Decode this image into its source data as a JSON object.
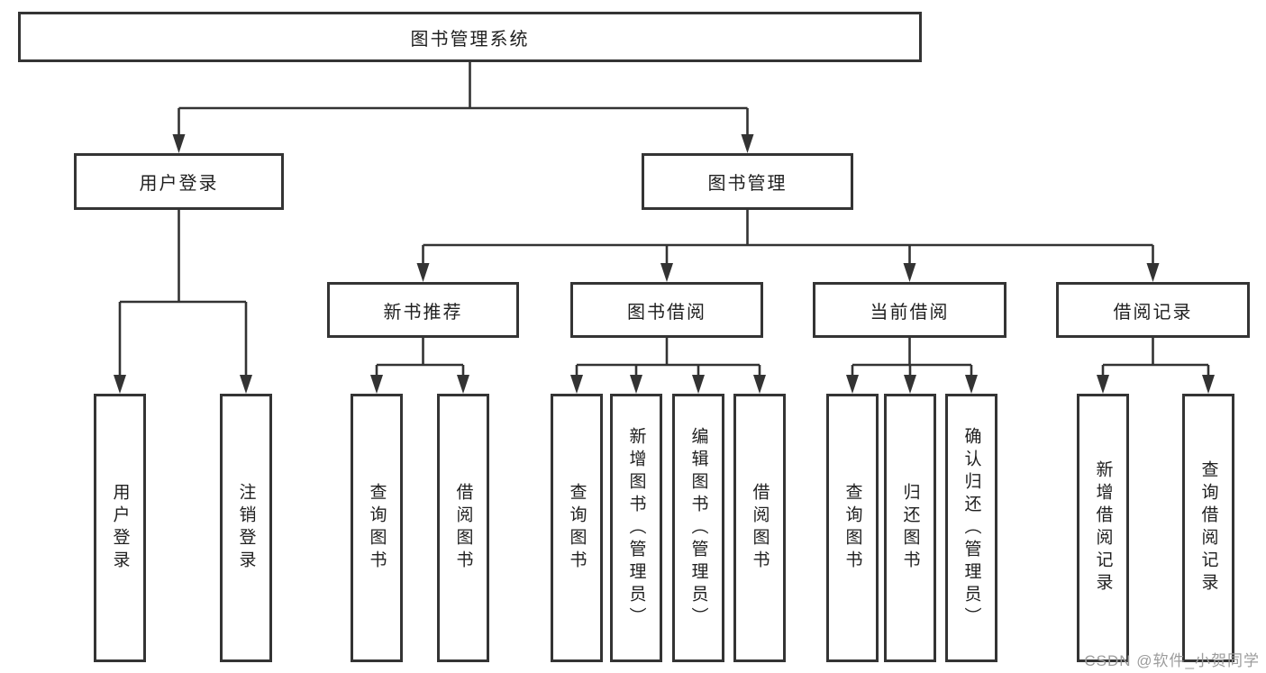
{
  "diagram": {
    "root": {
      "label": "图书管理系统"
    },
    "level2": [
      {
        "label": "用户登录"
      },
      {
        "label": "图书管理"
      }
    ],
    "level3": [
      {
        "label": "新书推荐"
      },
      {
        "label": "图书借阅"
      },
      {
        "label": "当前借阅"
      },
      {
        "label": "借阅记录"
      }
    ],
    "leaves": [
      {
        "label": "用户登录"
      },
      {
        "label": "注销登录"
      },
      {
        "label": "查询图书"
      },
      {
        "label": "借阅图书"
      },
      {
        "label": "查询图书"
      },
      {
        "label": "新增图书（管理员）"
      },
      {
        "label": "编辑图书（管理员）"
      },
      {
        "label": "借阅图书"
      },
      {
        "label": "查询图书"
      },
      {
        "label": "归还图书"
      },
      {
        "label": "确认归还（管理员）"
      },
      {
        "label": "新增借阅记录"
      },
      {
        "label": "查询借阅记录"
      }
    ]
  },
  "watermark": {
    "text": "CSDN @软件_小贺同学"
  },
  "colors": {
    "line": "#333333",
    "box_border": "#343434",
    "text": "#1f1f1f",
    "watermark": "#9c9c9c",
    "background": "#ffffff"
  }
}
